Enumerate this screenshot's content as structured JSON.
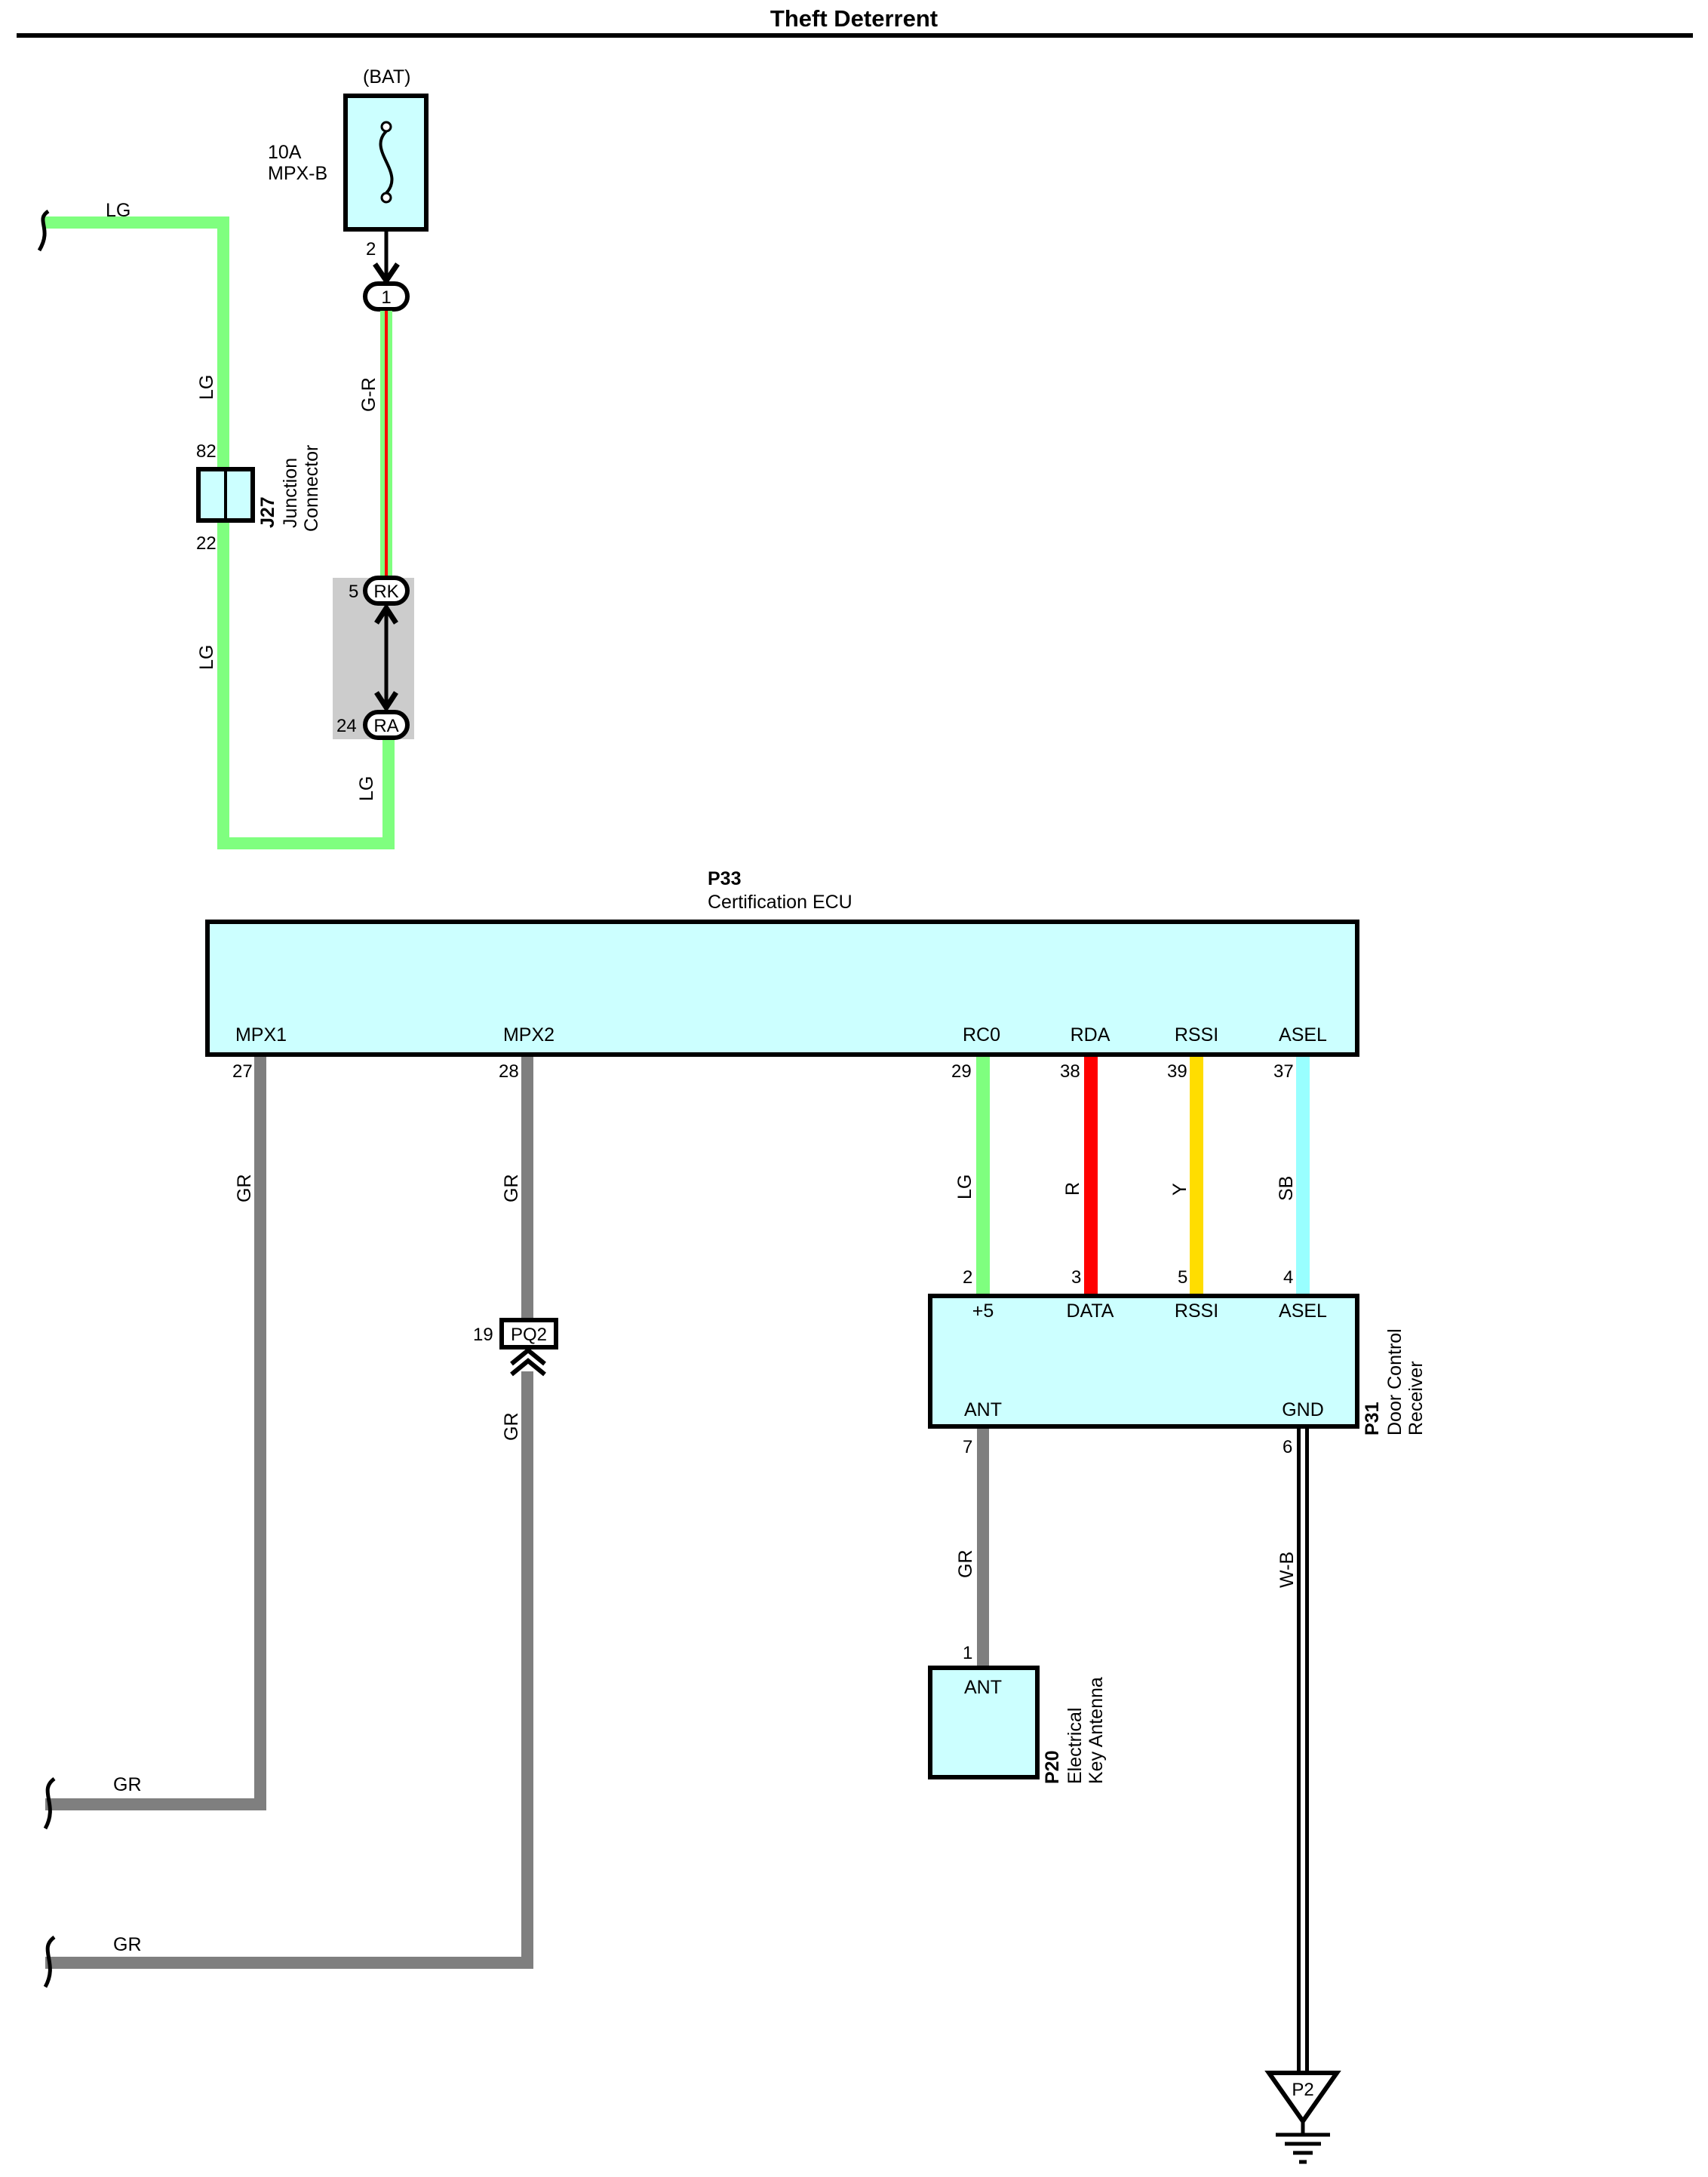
{
  "title": "Theft Deterrent",
  "colors": {
    "LG": "#7fff7f",
    "GR": "#7f7f7f",
    "R": "#ff0000",
    "Y": "#ffdd00",
    "SB": "#99ffff",
    "component_fill": "#ccffff",
    "connector_shade": "#cccccc"
  },
  "fuse": {
    "supply": "(BAT)",
    "rating": "10A",
    "name": "MPX-B",
    "pin_out": "2",
    "connector_pin": "1"
  },
  "junction_connector": {
    "id": "J27",
    "name_line1": "Junction",
    "name_line2": "Connector",
    "pin_top": "82",
    "pin_bottom": "22"
  },
  "inline_connectors": [
    {
      "id": "RK",
      "pin": "5"
    },
    {
      "id": "RA",
      "pin": "24"
    },
    {
      "id": "PQ2",
      "pin": "19"
    }
  ],
  "ground": {
    "id": "P2"
  },
  "components": {
    "certification_ecu": {
      "id": "P33",
      "name": "Certification ECU",
      "terminals": [
        {
          "name": "MPX1",
          "pin": "27"
        },
        {
          "name": "MPX2",
          "pin": "28"
        },
        {
          "name": "RC0",
          "pin": "29"
        },
        {
          "name": "RDA",
          "pin": "38"
        },
        {
          "name": "RSSI",
          "pin": "39"
        },
        {
          "name": "ASEL",
          "pin": "37"
        }
      ]
    },
    "door_control_receiver": {
      "id": "P31",
      "name_line1": "Door Control",
      "name_line2": "Receiver",
      "terminals_top": [
        {
          "name": "+5",
          "pin": "2"
        },
        {
          "name": "DATA",
          "pin": "3"
        },
        {
          "name": "RSSI",
          "pin": "5"
        },
        {
          "name": "ASEL",
          "pin": "4"
        }
      ],
      "terminals_bottom": [
        {
          "name": "ANT",
          "pin": "7"
        },
        {
          "name": "GND",
          "pin": "6"
        }
      ]
    },
    "electrical_key_antenna": {
      "id": "P20",
      "name_line1": "Electrical",
      "name_line2": "Key Antenna",
      "terminal": {
        "name": "ANT",
        "pin": "1"
      }
    }
  },
  "wires": {
    "lg_top": "LG",
    "lg_left_upper": "LG",
    "lg_left_lower": "LG",
    "g_r": "G-R",
    "lg_after_ra": "LG",
    "gr_mpx1": "GR",
    "gr_mpx2_upper": "GR",
    "gr_mpx2_lower": "GR",
    "lg_rc0": "LG",
    "r_rda": "R",
    "y_rssi": "Y",
    "sb_asel": "SB",
    "gr_ant": "GR",
    "w_b_gnd": "W-B",
    "gr_bottom_1": "GR",
    "gr_bottom_2": "GR"
  }
}
